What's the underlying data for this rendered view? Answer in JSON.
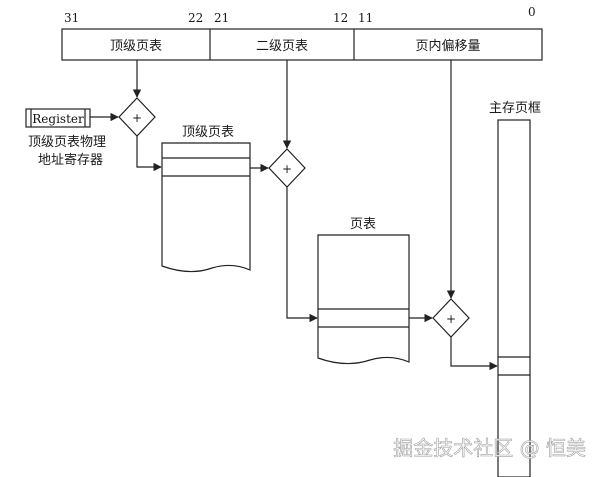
{
  "address": {
    "bits": {
      "b31": "31",
      "b22": "22",
      "b21": "21",
      "b12": "12",
      "b11": "11",
      "b0": "0"
    },
    "fields": {
      "top": "顶级页表",
      "second": "二级页表",
      "offset": "页内偏移量"
    }
  },
  "register": {
    "label": "Register",
    "caption_line1": "顶级页表物理",
    "caption_line2": "地址寄存器"
  },
  "tables": {
    "top_table": "顶级页表",
    "page_table": "页表",
    "main_memory": "主存页框"
  },
  "adders": {
    "symbol": "+"
  },
  "watermark": "掘金技术社区 @ 恒美"
}
